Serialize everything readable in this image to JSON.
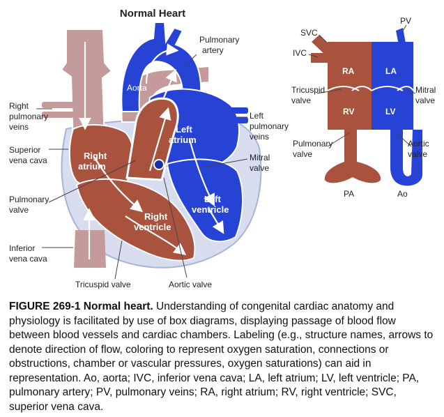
{
  "figure": {
    "title": "Normal Heart",
    "anatomical_labels": {
      "pulmonary_artery": "Pulmonary\nartery",
      "aorta": "Aorta",
      "right_pulmonary_veins": "Right\npulmonary\nveins",
      "left_pulmonary_veins": "Left\npulmonary\nveins",
      "superior_vena_cava": "Superior\nvena cava",
      "mitral_valve": "Mitral\nvalve",
      "pulmonary_valve": "Pulmonary\nvalve",
      "inferior_vena_cava": "Inferior\nvena cava",
      "tricuspid_valve": "Tricuspid valve",
      "aortic_valve": "Aortic valve",
      "right_atrium": "Right\natrium",
      "left_atrium": "Left\natrium",
      "right_ventricle": "Right\nventricle",
      "left_ventricle": "Left\nventricle"
    },
    "box_diagram_labels": {
      "pv": "PV",
      "svc": "SVC",
      "ivc": "IVC",
      "ra": "RA",
      "la": "LA",
      "rv": "RV",
      "lv": "LV",
      "tricuspid_valve": "Tricuspid\nvalve",
      "mitral_valve": "Mitral\nvalve",
      "pulmonary_valve": "Pulmonary\nvalve",
      "aortic_valve": "Aortic\nvalve",
      "pa": "PA",
      "ao": "Ao"
    },
    "colors": {
      "deoxygenated": "#a9533f",
      "oxygenated": "#2743d6",
      "vena_cava": "#c59a9a",
      "pericardium": "#d7dcef"
    }
  },
  "caption": {
    "lead": "FIGURE 269-1 Normal heart.",
    "body": " Understanding of congenital cardiac anatomy and physiology is facilitated by use of box diagrams, displaying passage of blood flow between blood vessels and cardiac chambers. Labeling (e.g., structure names, arrows to denote direction of flow, coloring to represent oxygen saturation, connections or obstructions, chamber or vascular pressures, oxygen saturations) can aid in representation. Ao, aorta; IVC, inferior vena cava; LA, left atrium; LV, left ventricle; PA, pulmonary artery; PV, pulmonary veins; RA, right atrium; RV, right ventricle; SVC, superior vena cava."
  }
}
